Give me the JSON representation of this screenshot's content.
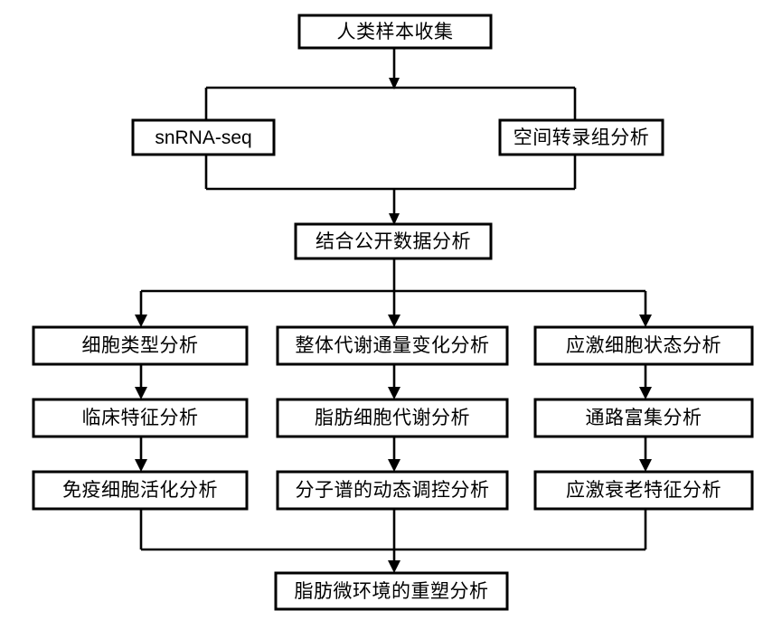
{
  "diagram": {
    "title_node": {
      "label": "人类样本收集"
    },
    "methods": [
      {
        "label": "snRNA-seq",
        "script": "latin"
      },
      {
        "label": "空间转录组分析",
        "script": "han"
      }
    ],
    "integration_node": {
      "label": "结合公开数据分析"
    },
    "columns": [
      {
        "name": "cell-type-column",
        "steps": [
          {
            "label": "细胞类型分析"
          },
          {
            "label": "临床特征分析"
          },
          {
            "label": "免疫细胞活化分析"
          }
        ]
      },
      {
        "name": "metabolism-column",
        "steps": [
          {
            "label": "整体代谢通量变化分析"
          },
          {
            "label": "脂肪细胞代谢分析"
          },
          {
            "label": "分子谱的动态调控分析"
          }
        ]
      },
      {
        "name": "stress-column",
        "steps": [
          {
            "label": "应激细胞状态分析"
          },
          {
            "label": "通路富集分析"
          },
          {
            "label": "应激衰老特征分析"
          }
        ]
      }
    ],
    "conclusion_node": {
      "label": "脂肪微环境的重塑分析"
    },
    "colors": {
      "box_stroke": "#000000",
      "box_fill": "#ffffff",
      "connector": "#000000",
      "text": "#000000",
      "background": "#ffffff"
    }
  }
}
